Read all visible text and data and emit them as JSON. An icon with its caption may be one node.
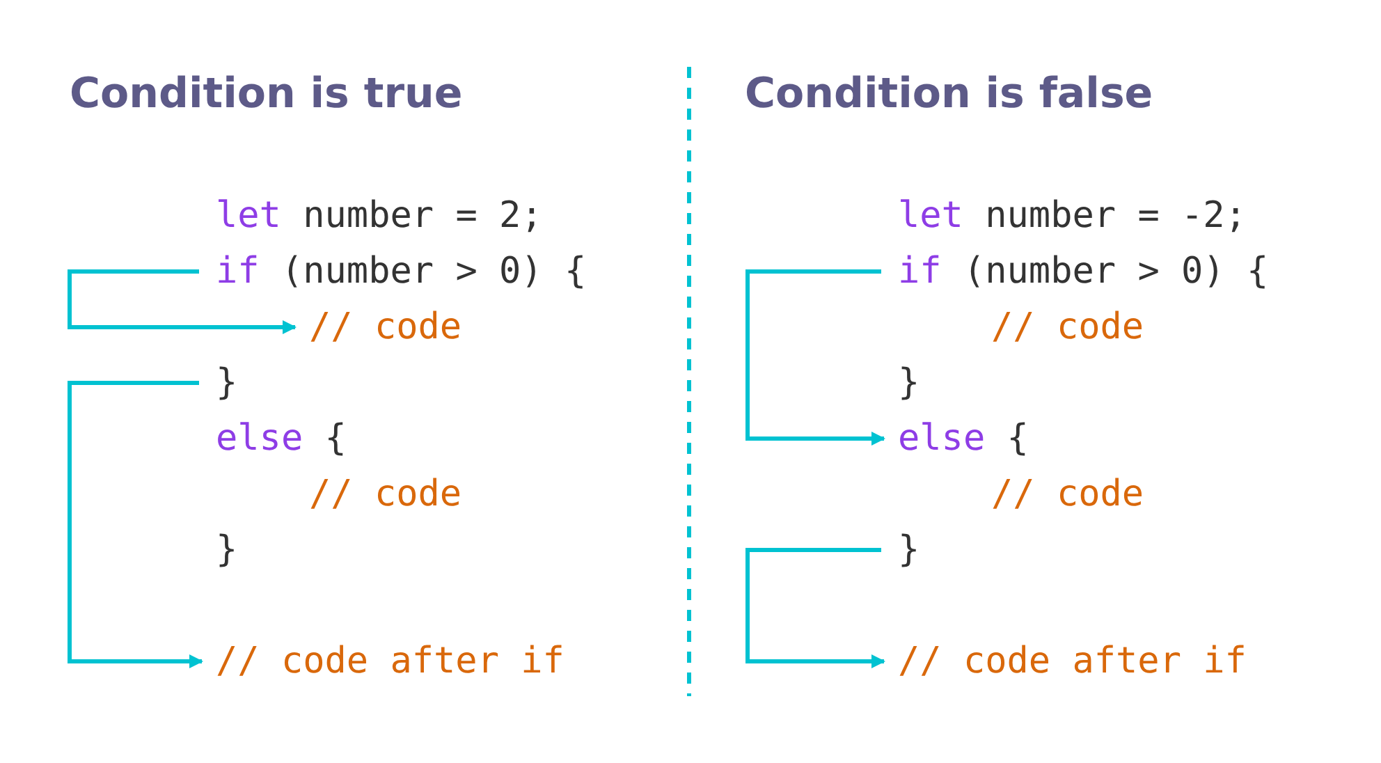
{
  "diagram": {
    "nodes": [
      {
        "text": [
          "if (number > 0) {"
        ]
      },
      {
        "text": [
          "// code"
        ]
      },
      {
        "text": [
          "}"
        ]
      },
      {
        "text": [
          "// code after if"
        ]
      },
      {
        "text": [
          "if (number > 0) {"
        ]
      },
      {
        "text": [
          "else {"
        ]
      },
      {
        "text": [
          "}"
        ]
      },
      {
        "text": [
          "// code after if"
        ]
      }
    ],
    "edges": [
      {
        "from": 0,
        "to": 1,
        "arrow": "to"
      },
      {
        "from": 2,
        "to": 3,
        "arrow": "to"
      },
      {
        "from": 4,
        "to": 5,
        "arrow": "to"
      },
      {
        "from": 6,
        "to": 7,
        "arrow": "to"
      }
    ],
    "labels": [
      "Condition is true",
      "Condition is false",
      "let number = 2;",
      "else {",
      "// code",
      "}",
      "let number = -2;",
      "// code",
      "}",
      "// code"
    ]
  }
}
